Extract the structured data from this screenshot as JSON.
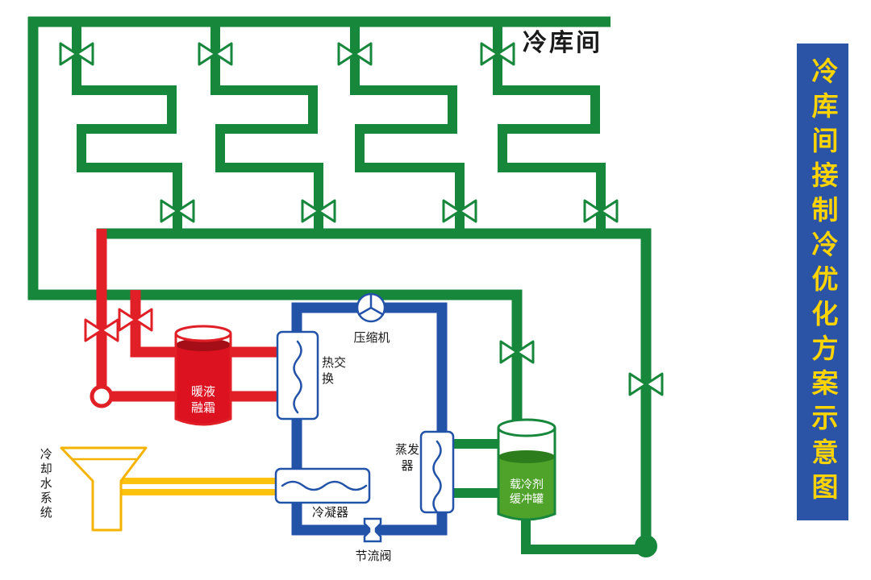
{
  "banner": {
    "text": "冷库间接制冷优化方案示意图"
  },
  "labels": {
    "cold_room": "冷库间",
    "compressor": "压缩机",
    "heat_exchanger": "热交\n换",
    "defrost_tank": "暖液\n融霜",
    "cooling_water": "冷却水系统",
    "condenser": "冷凝器",
    "throttle_valve": "节流阀",
    "evaporator": "蒸发\n器",
    "coolant_tank": "载冷剂\n缓冲罐"
  },
  "icons": {
    "valve": "gate-valve-bowtie",
    "compressor": "compressor-circle",
    "pump": "pump-circle",
    "cooling_tower": "funnel"
  },
  "colors": {
    "pipe_green": "#17873C",
    "pipe_red": "#E01F26",
    "pipe_blue": "#2353A8",
    "pipe_yellow": "#FFC20E",
    "funnel_outline": "#F5B301",
    "banner_bg": "#2B53A6",
    "banner_text": "#FFD400",
    "tank_red_liquid": "#DC1220",
    "tank_red_surface": "#A50E16",
    "tank_green_liquid": "#4FA32B",
    "tank_green_surface": "#2E7D1D",
    "label_dark": "#1A1A1A"
  }
}
